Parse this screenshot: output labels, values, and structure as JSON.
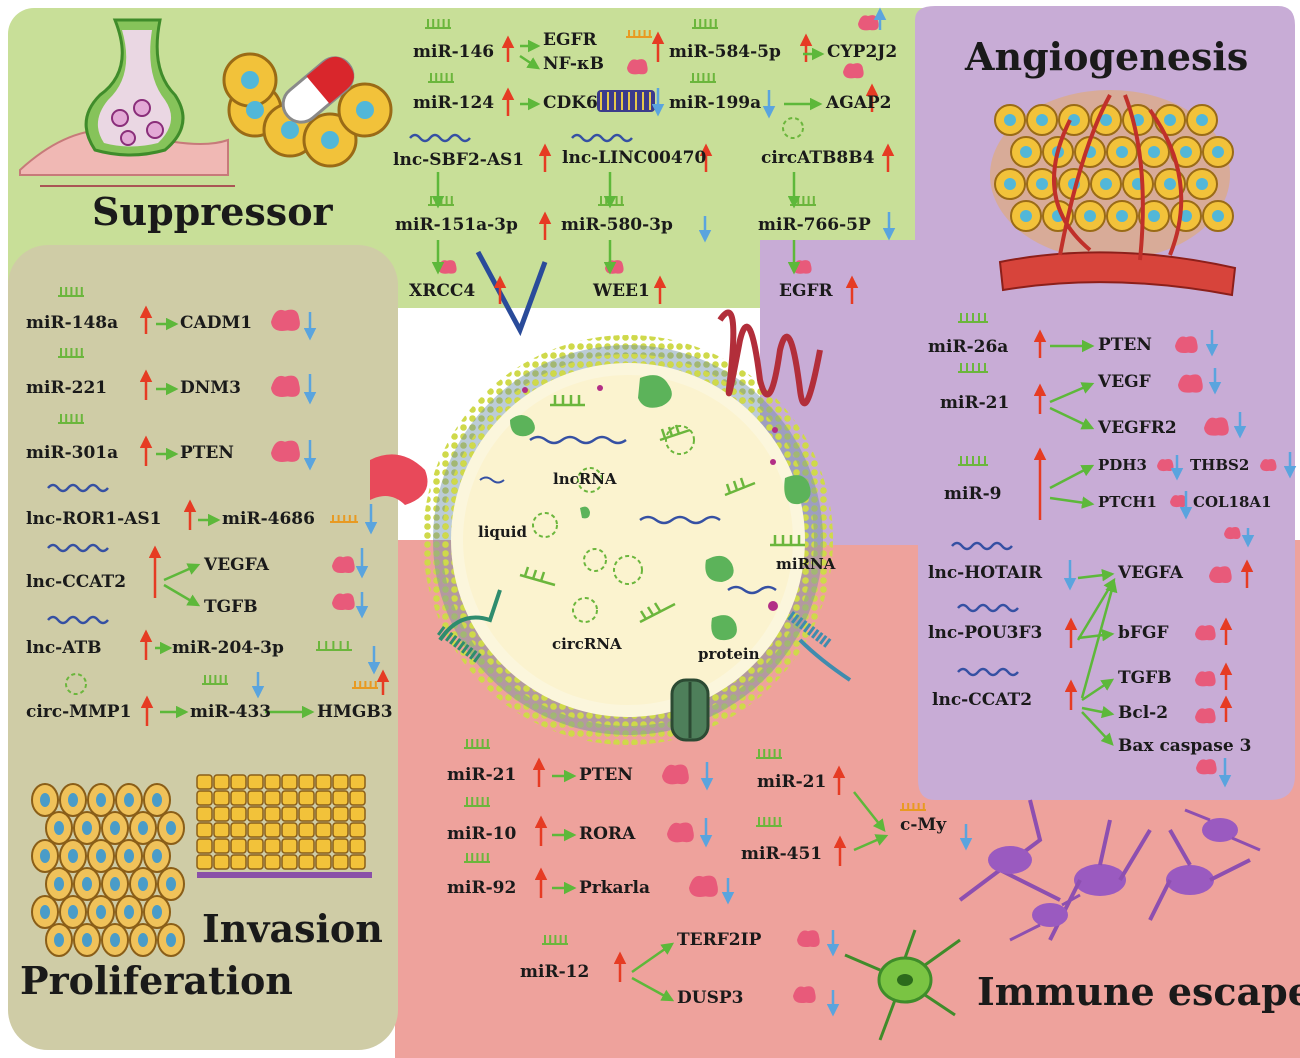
{
  "colors": {
    "suppressor_bg": "#c8df98",
    "angiogenesis_bg": "#c8acd6",
    "proliferation_bg": "#cfcca6",
    "immune_bg": "#eea29c",
    "up_arrow": "#e63b23",
    "down_arrow": "#5aa4de",
    "flow_arrow": "#5db83a",
    "protein": "#e85a7a",
    "mirna": "#6bb63c",
    "lncrna": "#3550a3"
  },
  "titles": {
    "suppressor": "Suppressor",
    "angiogenesis": "Angiogenesis",
    "invasion": "Invasion",
    "proliferation": "Proliferation",
    "immune_escape": "Immune escape"
  },
  "exosome": {
    "lncrna": "lncRNA",
    "liquid": "liquid",
    "mirna": "miRNA",
    "circrna": "circRNA",
    "protein": "protein"
  },
  "suppressor": {
    "mir146": "miR-146",
    "egfr": "EGFR",
    "nfkb": "NF-κB",
    "mir584": "miR-584-5p",
    "cyp2j2": "CYP2J2",
    "mir124": "miR-124",
    "cdk6": "CDK6",
    "mir199a": "miR-199a",
    "agap2": "AGAP2",
    "lnc_sbf2": "lnc-SBF2-AS1",
    "lnc_linc": "lnc-LINC00470",
    "circatb": "circATB8B4",
    "mir151": "miR-151a-3p",
    "mir580": "miR-580-3p",
    "mir766": "miR-766-5P",
    "xrcc4": "XRCC4",
    "wee1": "WEE1",
    "egfr2": "EGFR"
  },
  "proliferation": {
    "mir148a": "miR-148a",
    "cadm1": "CADM1",
    "mir221": "miR-221",
    "dnm3": "DNM3",
    "mir301a": "miR-301a",
    "pten": "PTEN",
    "lnc_ror1": "lnc-ROR1-AS1",
    "mir4686": "miR-4686",
    "lnc_ccat2": "lnc-CCAT2",
    "vegfa": "VEGFA",
    "tgfb": "TGFB",
    "lnc_atb": "lnc-ATB",
    "mir204": "miR-204-3p",
    "circ_mmp1": "circ-MMP1",
    "mir433": "miR-433",
    "hmgb3": "HMGB3"
  },
  "angiogenesis": {
    "mir26a": "miR-26a",
    "pten": "PTEN",
    "mir21": "miR-21",
    "vegf": "VEGF",
    "vegfr2": "VEGFR2",
    "mir9": "miR-9",
    "pdh3": "PDH3",
    "thbs2": "THBS2",
    "ptch1": "PTCH1",
    "col18a1": "COL18A1",
    "lnc_hotair": "lnc-HOTAIR",
    "vegfa": "VEGFA",
    "lnc_pou3f3": "lnc-POU3F3",
    "bfgf": "bFGF",
    "lnc_ccat2": "lnc-CCAT2",
    "tgfb": "TGFB",
    "bcl2": "Bcl-2",
    "bax": "Bax caspase 3"
  },
  "immune": {
    "mir21a": "miR-21",
    "pten": "PTEN",
    "mir10": "miR-10",
    "rora": "RORA",
    "mir92": "miR-92",
    "prkarla": "Prkarla",
    "mir21b": "miR-21",
    "mir451": "miR-451",
    "cmy": "c-My",
    "mir12": "miR-12",
    "terf2ip": "TERF2IP",
    "dusp3": "DUSP3"
  }
}
